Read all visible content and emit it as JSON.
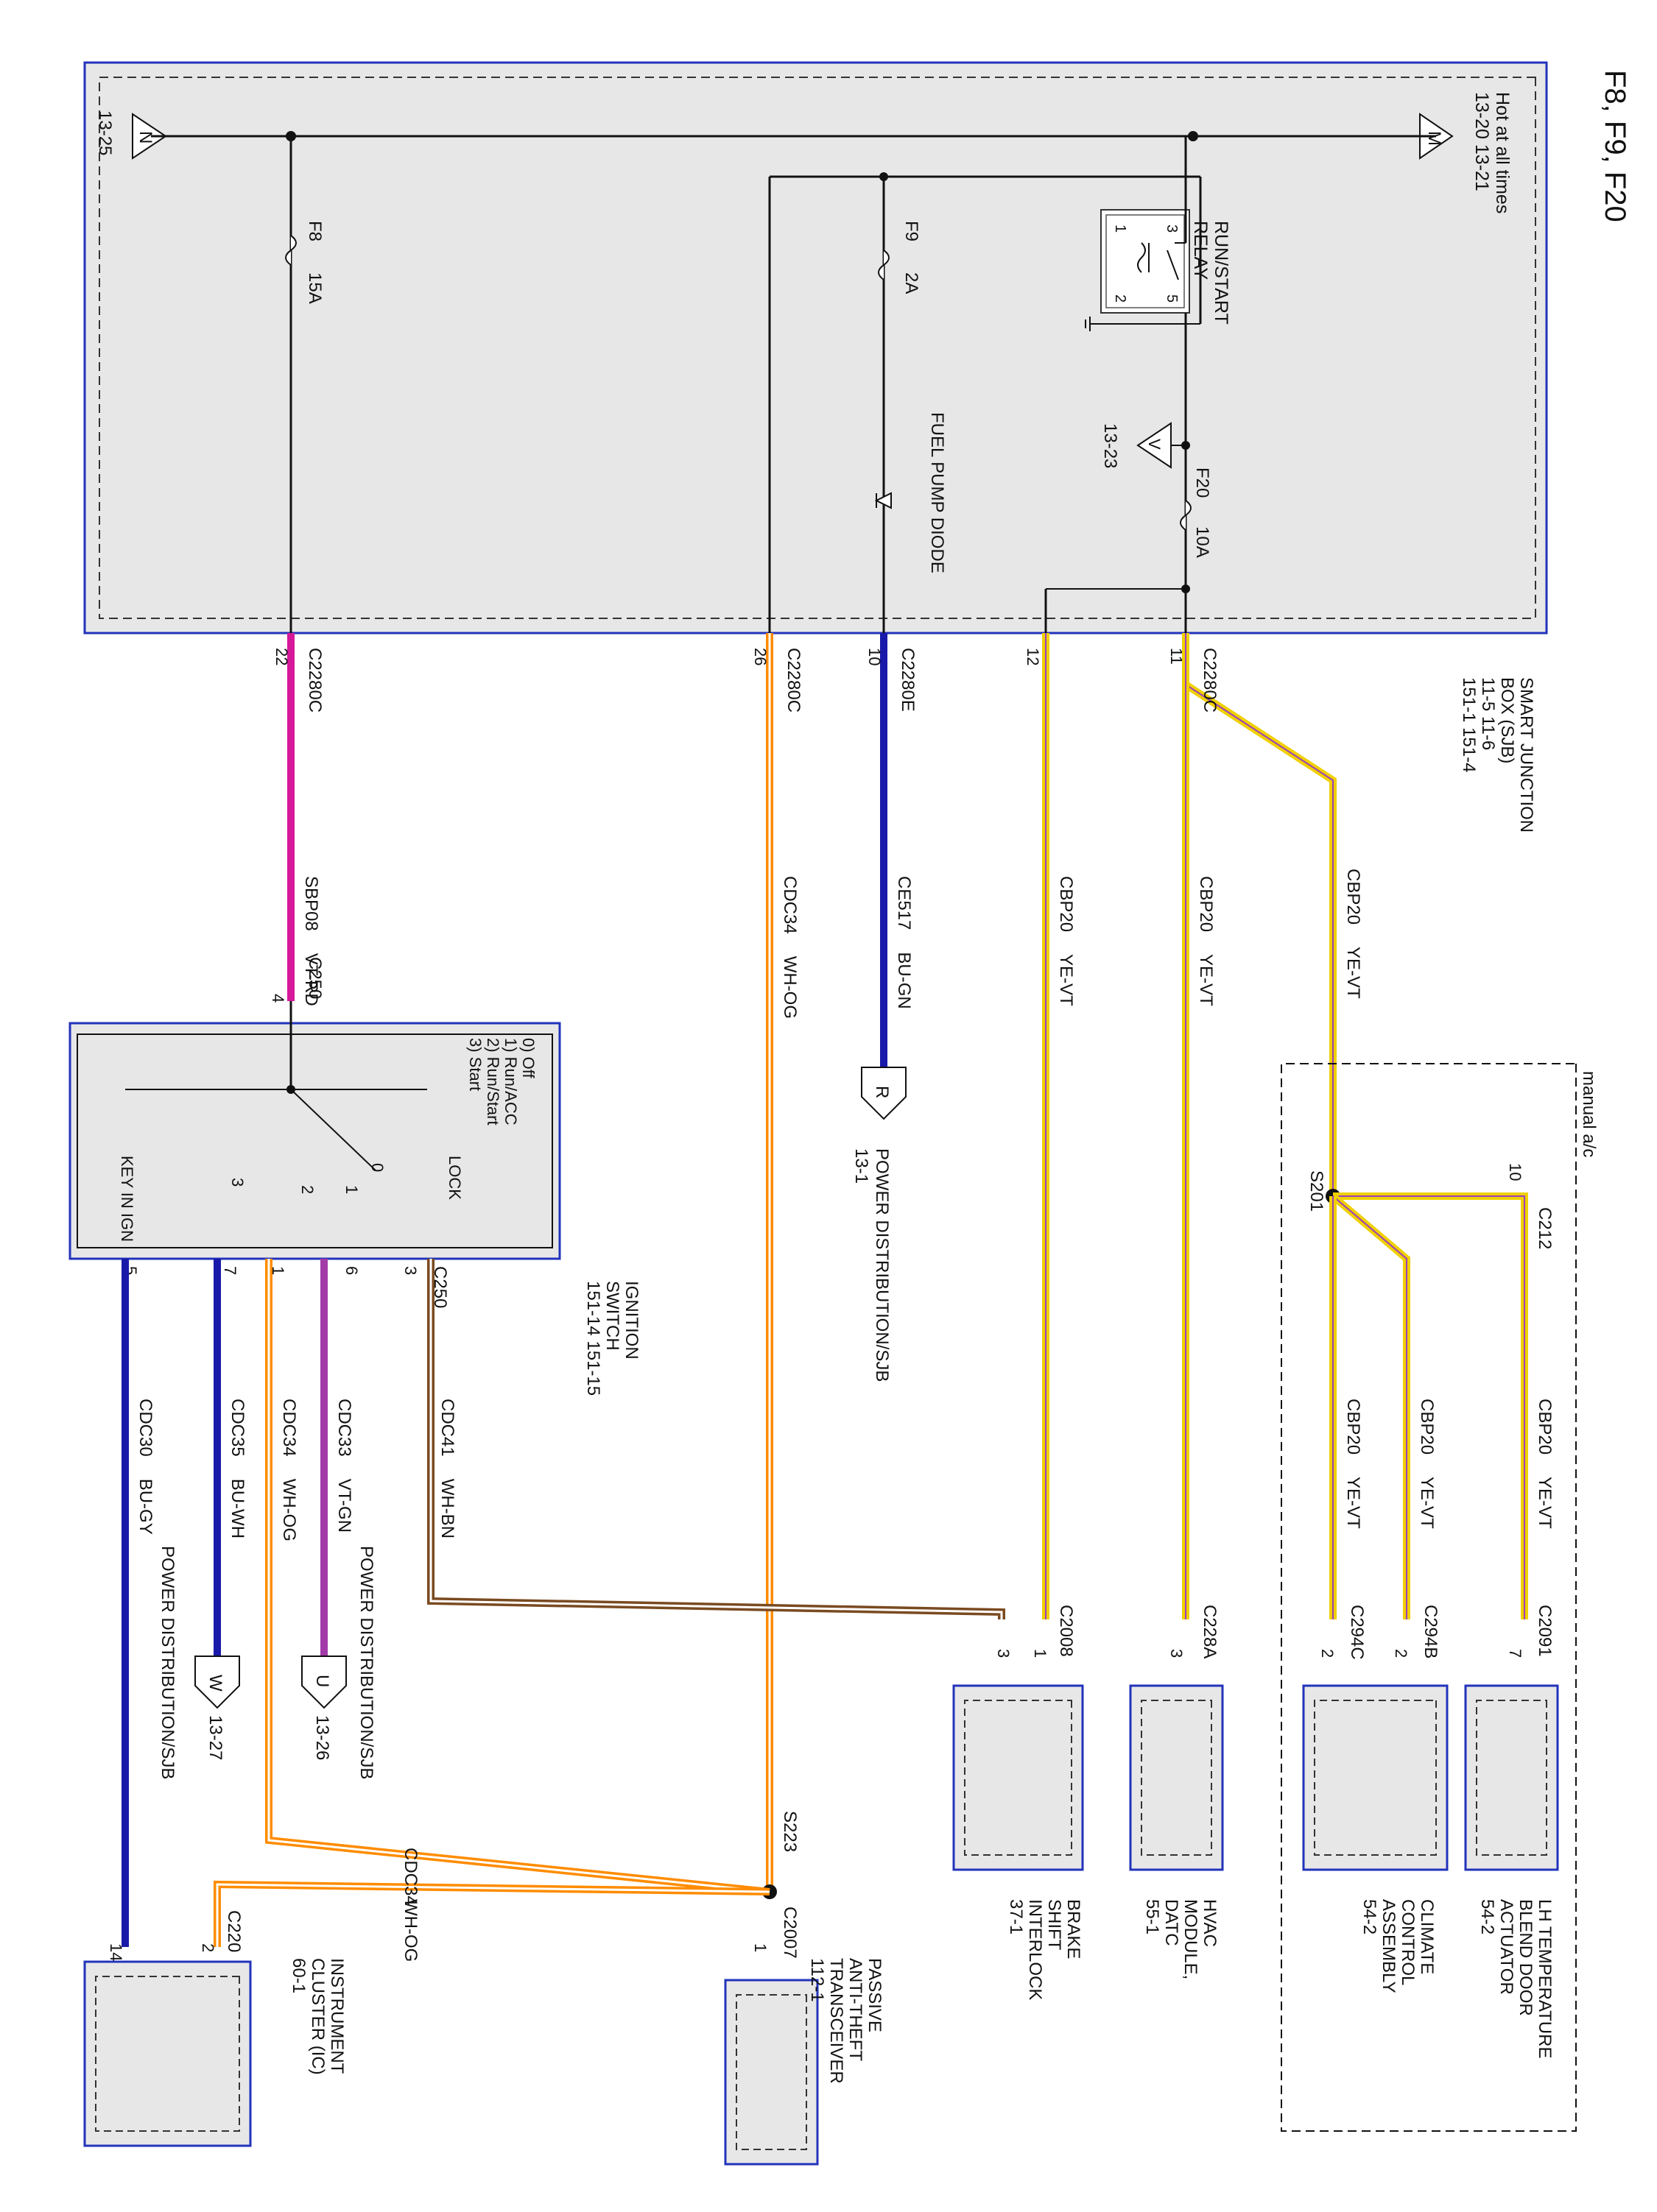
{
  "title": "F8, F9, F20",
  "sjb": {
    "name_lines": [
      "SMART JUNCTION",
      "BOX (SJB)",
      "11-5     11-6",
      "151-1     151-4"
    ],
    "hot_lines": [
      "Hot at all times",
      "13-20  13-21"
    ],
    "refs": {
      "M": "M",
      "N": "N",
      "V": "V",
      "M_page": "13-20  13-21",
      "N_page": "13-25",
      "V_page": "13-23"
    }
  },
  "fuses": {
    "f8": {
      "id": "F8",
      "rating": "15A"
    },
    "f9": {
      "id": "F9",
      "rating": "2A"
    },
    "f20": {
      "id": "F20",
      "rating": "10A"
    }
  },
  "relay": {
    "label_lines": [
      "RUN/START",
      "RELAY"
    ],
    "pins": [
      "1",
      "2",
      "3",
      "5"
    ]
  },
  "diode": {
    "label": "FUEL PUMP DIODE"
  },
  "connectors": {
    "c2280c_11": {
      "name": "C2280C",
      "pin": "11"
    },
    "c2280c_12": {
      "pin": "12"
    },
    "c2280e_10": {
      "name": "C2280E",
      "pin": "10"
    },
    "c2280c_26": {
      "name": "C2280C",
      "pin": "26"
    },
    "c2280c_22": {
      "name": "C2280C",
      "pin": "22"
    },
    "c250_top": {
      "name": "C250",
      "pin": "4"
    },
    "c250_bottom": {
      "name": "C250"
    },
    "c212": {
      "name": "C212",
      "pin": "10"
    },
    "c2091": {
      "name": "C2091",
      "pin": "7"
    },
    "c294b": {
      "name": "C294B",
      "pin": "2"
    },
    "c294c": {
      "name": "C294C",
      "pin": "2"
    },
    "c228a": {
      "name": "C228A",
      "pin": "3"
    },
    "c2008": {
      "name": "C2008",
      "pins": [
        "1",
        "3"
      ]
    },
    "c2007": {
      "name": "C2007",
      "pin": "1"
    },
    "c220": {
      "name": "C220",
      "pins": [
        "2",
        "14"
      ]
    }
  },
  "wires": {
    "main": {
      "circuit": "CBP20",
      "color": "YE-VT"
    },
    "to_hvac": {
      "circuit": "CBP20",
      "color": "YE-VT"
    },
    "to_bsi": {
      "circuit": "CBP20",
      "color": "YE-VT"
    },
    "to_c2091": {
      "circuit": "CBP20",
      "color": "YE-VT"
    },
    "to_c294b": {
      "circuit": "CBP20",
      "color": "YE-VT"
    },
    "to_c294c": {
      "circuit": "CBP20",
      "color": "YE-VT"
    },
    "ce517": {
      "circuit": "CE517",
      "color": "BU-GN"
    },
    "cdc34_top": {
      "circuit": "CDC34",
      "color": "WH-OG"
    },
    "sbp08": {
      "circuit": "SBP08",
      "color": "VT-RD"
    },
    "cdc41": {
      "circuit": "CDC41",
      "color": "WH-BN"
    },
    "cdc33": {
      "circuit": "CDC33",
      "color": "VT-GN"
    },
    "cdc34_sw": {
      "circuit": "CDC34",
      "color": "WH-OG"
    },
    "cdc35": {
      "circuit": "CDC35",
      "color": "BU-WH"
    },
    "cdc30": {
      "circuit": "CDC30",
      "color": "BU-GY"
    },
    "cdc34_ic": {
      "circuit": "CDC34",
      "color": "WH-OG"
    }
  },
  "splices": {
    "s201": "S201",
    "s223": "S223"
  },
  "manual_ac": {
    "label": "manual a/c"
  },
  "power_dist": {
    "r": {
      "letter": "R",
      "label": "POWER DISTRIBUTION/SJB",
      "page": "13-1"
    },
    "u": {
      "letter": "U",
      "label": "POWER DISTRIBUTION/SJB",
      "page": "13-26"
    },
    "w": {
      "letter": "W",
      "label": "POWER DISTRIBUTION/SJB",
      "page": "13-27"
    }
  },
  "ignition": {
    "positions": [
      "0) Off",
      "1) Run/ACC",
      "2) Run/Start",
      "3) Start"
    ],
    "lock": "LOCK",
    "key": "KEY IN IGN",
    "contacts": [
      "0",
      "1",
      "2",
      "3"
    ],
    "pins": [
      "3",
      "6",
      "1",
      "7",
      "5"
    ],
    "name_lines": [
      "IGNITION",
      "SWITCH",
      "151-14  151-15"
    ]
  },
  "modules": {
    "lh_temp": {
      "lines": [
        "LH TEMPERATURE",
        "BLEND DOOR",
        "ACTUATOR",
        "54-2"
      ]
    },
    "climate": {
      "lines": [
        "CLIMATE",
        "CONTROL",
        "ASSEMBLY",
        "54-2"
      ]
    },
    "hvac": {
      "lines": [
        "HVAC",
        "MODULE,",
        "DATC",
        "55-1"
      ]
    },
    "bsi": {
      "lines": [
        "BRAKE",
        "SHIFT",
        "INTERLOCK",
        "37-1"
      ]
    },
    "pats": {
      "lines": [
        "PASSIVE",
        "ANTI-THEFT",
        "TRANSCEIVER",
        "112-1"
      ]
    },
    "ic": {
      "lines": [
        "INSTRUMENT",
        "CLUSTER (IC)",
        "60-1"
      ]
    }
  }
}
